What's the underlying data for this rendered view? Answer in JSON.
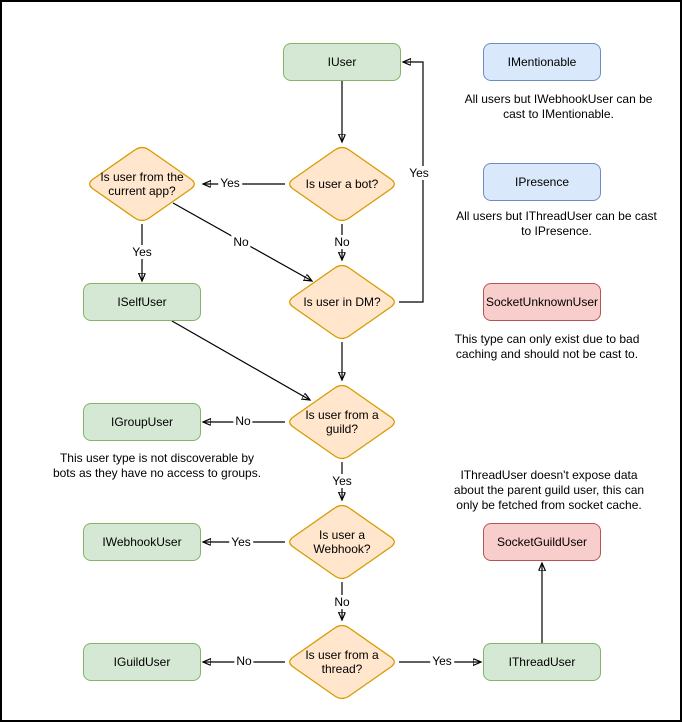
{
  "diagram": {
    "title_hint": "Discord user type casting flowchart",
    "nodes": {
      "iuser": "IUser",
      "imentionable": "IMentionable",
      "ipresence": "IPresence",
      "socket_unknown_user": "SocketUnknownUser",
      "iself_user": "ISelfUser",
      "igroup_user": "IGroupUser",
      "iwebhook_user": "IWebhookUser",
      "socket_guild_user": "SocketGuildUser",
      "iguild_user": "IGuildUser",
      "ithread_user": "IThreadUser"
    },
    "decisions": {
      "is_bot": "Is user a bot?",
      "is_current_app": "Is user from the current app?",
      "is_dm": "Is user in DM?",
      "is_guild": "Is user from a guild?",
      "is_webhook": "Is user a Webhook?",
      "is_thread": "Is user from a thread?"
    },
    "edge_labels": {
      "bot_yes": "Yes",
      "bot_no": "No",
      "current_app_yes": "Yes",
      "current_app_no": "No",
      "dm_yes": "Yes",
      "guild_no": "No",
      "guild_yes": "Yes",
      "webhook_yes": "Yes",
      "webhook_no": "No",
      "thread_no": "No",
      "thread_yes": "Yes"
    },
    "notes": {
      "mentionable": "All users but IWebhookUser can be cast to IMentionable.",
      "presence": "All users but IThreadUser can be cast to IPresence.",
      "unknown_user": "This type can only exist due to bad caching and should not be cast to.",
      "group_user": "This user type is not discoverable by bots as they have no access to groups.",
      "thread_user": "IThreadUser doesn't expose data about the parent guild user, this can only be fetched from socket cache."
    },
    "colors": {
      "green_fill": "#d5e8d4",
      "green_stroke": "#82b366",
      "blue_fill": "#dae8fc",
      "blue_stroke": "#6c8ebf",
      "red_fill": "#f8cecc",
      "red_stroke": "#b85450",
      "orange_fill": "#ffe6cc",
      "orange_stroke": "#d79b00",
      "line": "#000000"
    }
  }
}
